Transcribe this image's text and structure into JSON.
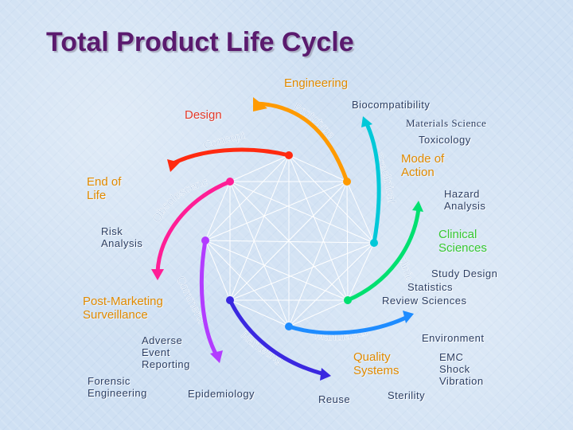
{
  "title": "Total Product Life Cycle",
  "colors": {
    "title": "#5a1a6e",
    "arrows": [
      "#ff9a00",
      "#ff2a10",
      "#ff1e96",
      "#b23cff",
      "#3a28e0",
      "#1e8cff",
      "#00d2a0",
      "#8ee800",
      "#1ec8ff"
    ]
  },
  "stages": {
    "prototype": "Prototype",
    "concept": "Concept",
    "preclinical": "Preclinical",
    "obsolescence": "Obsolescence",
    "clinical": "Clinical",
    "commercial": "Commercial",
    "manufacturing": "Manufacturing",
    "marketing": "Marketing"
  },
  "labels": {
    "engineering": "Engineering",
    "design": "Design",
    "biocompatibility": "Biocompatibility",
    "materials_science": "Materials Science",
    "toxicology": "Toxicology",
    "mode_of_action": [
      "Mode of",
      "Action"
    ],
    "end_of_life": [
      "End of",
      "Life"
    ],
    "hazard_analysis": [
      "Hazard",
      "Analysis"
    ],
    "risk_analysis": [
      "Risk",
      "Analysis"
    ],
    "clinical_sciences": [
      "Clinical",
      "Sciences"
    ],
    "study_design": "Study Design",
    "statistics": "Statistics",
    "review_sciences": "Review Sciences",
    "post_marketing": [
      "Post-Marketing",
      "Surveillance"
    ],
    "environment": "Environment",
    "adverse_event": [
      "Adverse",
      "Event",
      "Reporting"
    ],
    "quality_systems": [
      "Quality",
      "Systems"
    ],
    "emc": "EMC",
    "shock": "Shock",
    "vibration": "Vibration",
    "forensic": [
      "Forensic",
      "Engineering"
    ],
    "epidemiology": "Epidemiology",
    "reuse": "Reuse",
    "sterility": "Sterility"
  }
}
